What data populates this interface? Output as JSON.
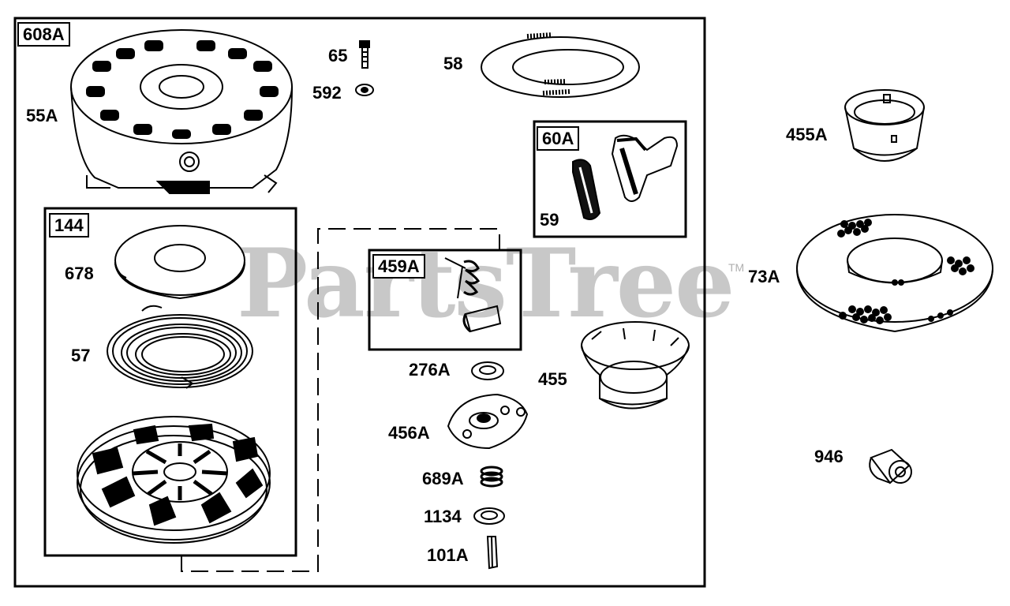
{
  "watermark": {
    "text": "PartsTree",
    "trademark": "TM"
  },
  "groups": {
    "g608A": "608A",
    "g144": "144",
    "g60A": "60A",
    "g459A": "459A"
  },
  "parts": {
    "p55A": "55A",
    "p65": "65",
    "p592": "592",
    "p58": "58",
    "p59": "59",
    "p678": "678",
    "p57": "57",
    "p276A": "276A",
    "p455": "455",
    "p456A": "456A",
    "p689A": "689A",
    "p1134": "1134",
    "p101A": "101A",
    "p455A": "455A",
    "p73A": "73A",
    "p946": "946"
  },
  "colors": {
    "ink": "#000000",
    "watermark": "#c8c8c8",
    "paper": "#ffffff"
  }
}
